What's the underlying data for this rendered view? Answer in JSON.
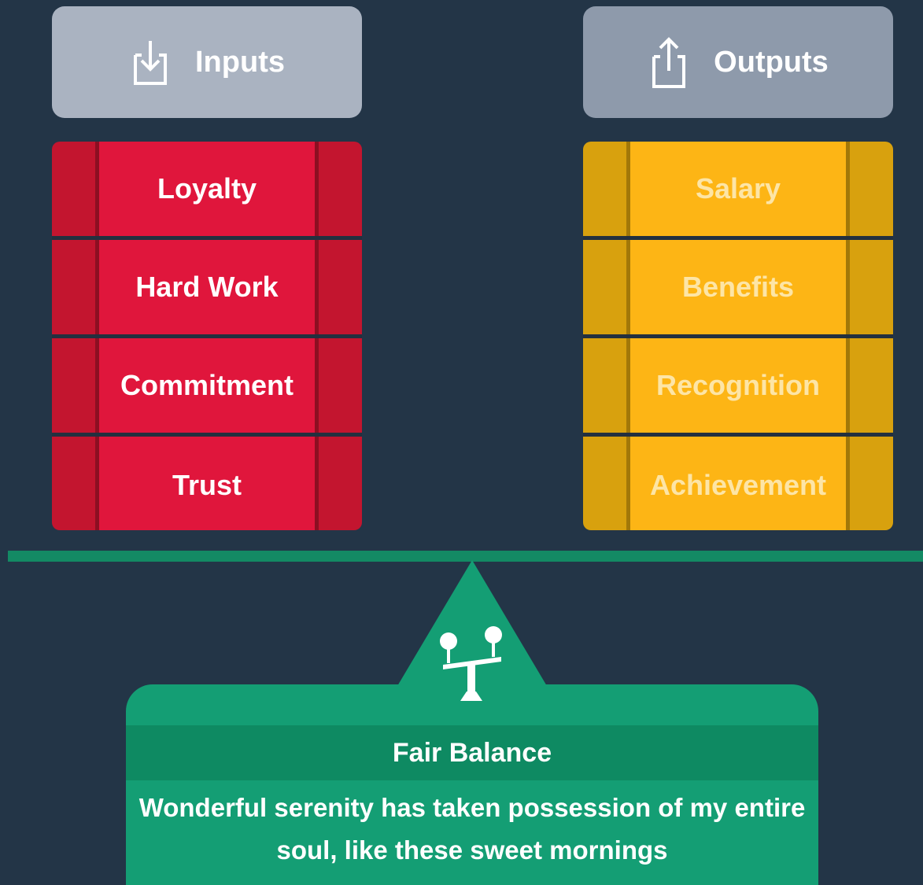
{
  "inputs": {
    "header_label": "Inputs",
    "icon": "download-icon",
    "items": [
      "Loyalty",
      "Hard Work",
      "Commitment",
      "Trust"
    ]
  },
  "outputs": {
    "header_label": "Outputs",
    "icon": "upload-icon",
    "items": [
      "Salary",
      "Benefits",
      "Recognition",
      "Achievement"
    ]
  },
  "balance": {
    "icon": "scale-icon",
    "title": "Fair Balance",
    "text": "Wonderful serenity has taken possession of my entire soul, like these sweet mornings"
  },
  "colors": {
    "background": "#233547",
    "inputs_red": "#e0163c",
    "outputs_gold": "#fdb515",
    "balance_green": "#149e74"
  }
}
